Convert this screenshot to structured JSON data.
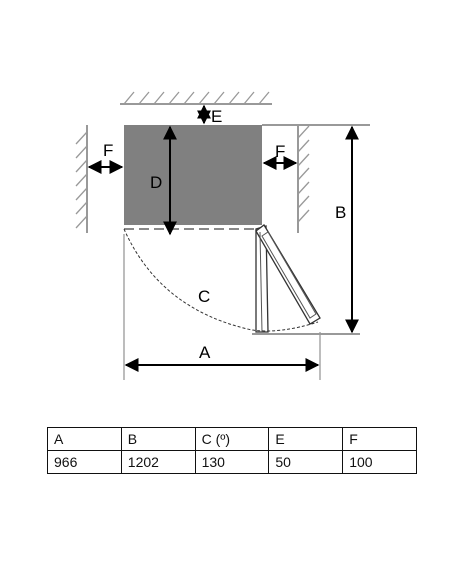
{
  "diagram": {
    "labels": {
      "A": "A",
      "B": "B",
      "C": "C",
      "D": "D",
      "E": "E",
      "F_left": "F",
      "F_right": "F"
    },
    "colors": {
      "appliance_body": "#808080",
      "wall": "#999999",
      "line": "#000000",
      "dashed": "#444444"
    }
  },
  "table": {
    "headers": [
      "A",
      "B",
      "C (º)",
      "E",
      "F"
    ],
    "values": [
      "966",
      "1202",
      "130",
      "50",
      "100"
    ]
  }
}
